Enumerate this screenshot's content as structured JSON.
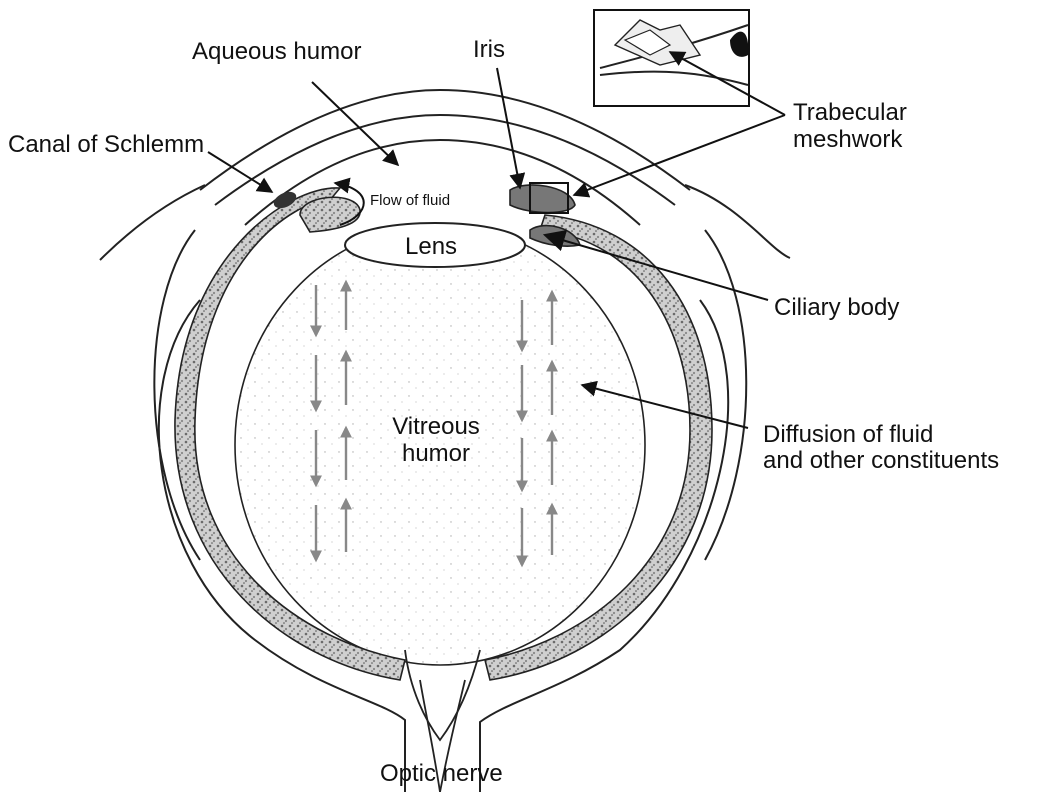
{
  "labels": {
    "aqueous_humor": "Aqueous humor",
    "iris": "Iris",
    "trabecular_line1": "Trabecular",
    "trabecular_line2": "meshwork",
    "canal_of_schlemm": "Canal of Schlemm",
    "flow_of_fluid": "Flow of fluid",
    "lens": "Lens",
    "ciliary_body": "Ciliary body",
    "vitreous_line1": "Vitreous",
    "vitreous_line2": "humor",
    "diffusion_line1": "Diffusion of fluid",
    "diffusion_line2": "and other constituents",
    "optic_nerve": "Optic nerve"
  },
  "colors": {
    "outline": "#222222",
    "tissue_fill": "#d8d8d8",
    "dark_tissue": "#555555",
    "diffusion_arrow": "#888888",
    "label_arrow": "#111111"
  }
}
